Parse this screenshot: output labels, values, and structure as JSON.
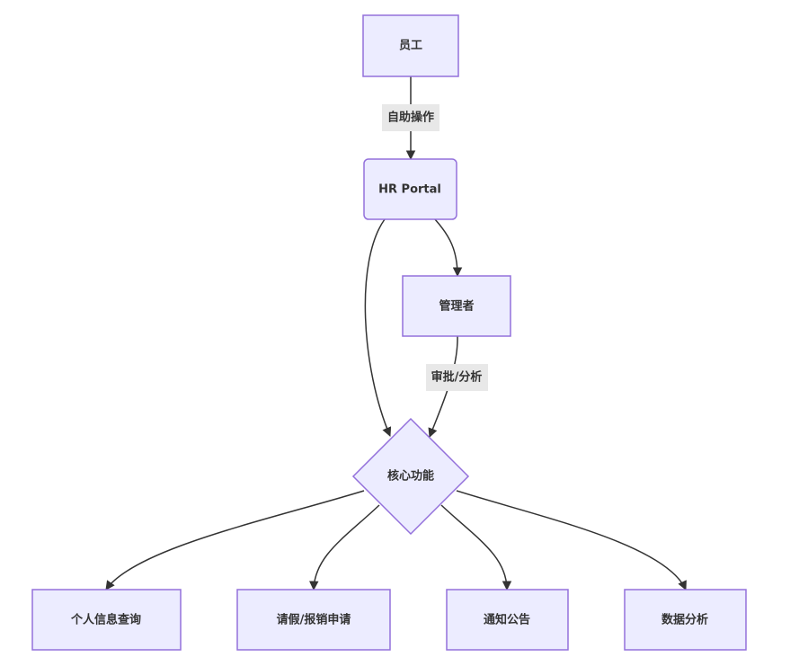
{
  "nodes": {
    "employee": "员工",
    "portal": "HR Portal",
    "manager": "管理者",
    "core": "核心功能",
    "personal": "个人信息查询",
    "leave": "请假/报销申请",
    "notice": "通知公告",
    "analytics": "数据分析"
  },
  "edge_labels": {
    "employee_to_portal": "自助操作",
    "manager_to_core": "审批/分析"
  },
  "colors": {
    "node_fill": "#ececff",
    "node_stroke": "#9370db",
    "edge": "#333333",
    "label_bg": "#e8e8e8"
  }
}
